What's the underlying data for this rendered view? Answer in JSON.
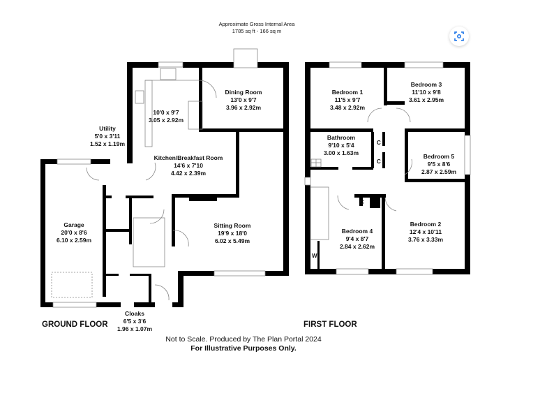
{
  "header": {
    "area_title": "Approximate Gross Internal Area",
    "area_value": "1785 sq ft - 166 sq m"
  },
  "ground_floor": {
    "title": "GROUND FLOOR",
    "rooms": [
      {
        "name": "Dining Room",
        "imperial": "13'0 x 9'7",
        "metric": "3.96 x 2.92m"
      },
      {
        "name": "",
        "imperial": "10'0 x 9'7",
        "metric": "3.05 x 2.92m"
      },
      {
        "name": "Kitchen/Breakfast Room",
        "imperial": "14'6 x 7'10",
        "metric": "4.42 x 2.39m"
      },
      {
        "name": "Utility",
        "imperial": "5'0 x 3'11",
        "metric": "1.52 x 1.19m"
      },
      {
        "name": "Garage",
        "imperial": "20'0 x 8'6",
        "metric": "6.10 x 2.59m"
      },
      {
        "name": "Sitting Room",
        "imperial": "19'9 x 18'0",
        "metric": "6.02 x 5.49m"
      },
      {
        "name": "Cloaks",
        "imperial": "6'5 x 3'6",
        "metric": "1.96 x 1.07m"
      }
    ]
  },
  "first_floor": {
    "title": "FIRST FLOOR",
    "rooms": [
      {
        "name": "Bedroom 1",
        "imperial": "11'5 x 9'7",
        "metric": "3.48 x 2.92m"
      },
      {
        "name": "Bedroom 3",
        "imperial": "11'10 x 9'8",
        "metric": "3.61 x 2.95m"
      },
      {
        "name": "Bathroom",
        "imperial": "9'10 x 5'4",
        "metric": "3.00 x 1.63m"
      },
      {
        "name": "Bedroom 5",
        "imperial": "9'5 x 8'6",
        "metric": "2.87 x 2.59m"
      },
      {
        "name": "Bedroom 4",
        "imperial": "9'4 x 8'7",
        "metric": "2.84 x 2.62m"
      },
      {
        "name": "Bedroom 2",
        "imperial": "12'4 x 10'11",
        "metric": "3.76 x 3.33m"
      }
    ],
    "cupboard_label": "C",
    "wardrobe_label": "W"
  },
  "footer": {
    "line1": "Not to Scale. Produced by The Plan Portal 2024",
    "line2": "For Illustrative Purposes Only."
  },
  "lens_button": {
    "icon": "lens-scan-icon",
    "color": "#1a73e8"
  }
}
